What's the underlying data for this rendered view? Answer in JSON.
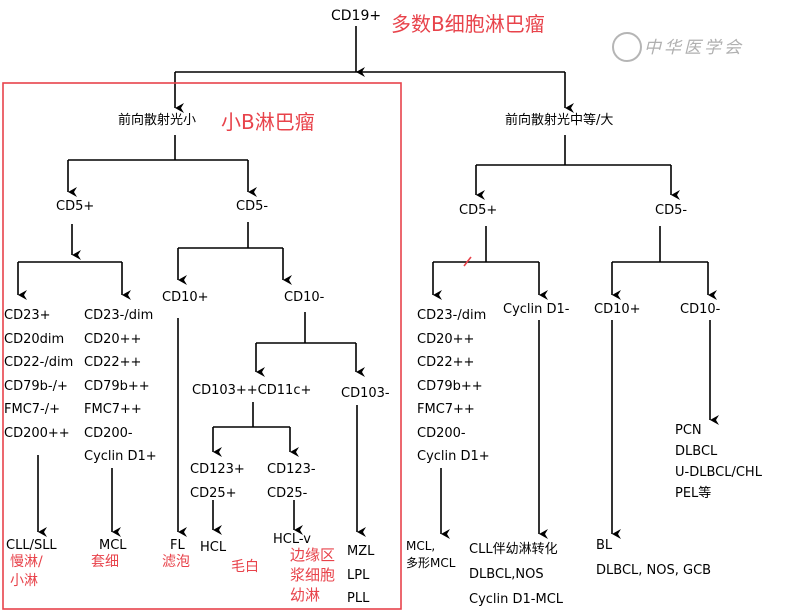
{
  "root": {
    "marker": "CD19+",
    "label": "多数B细胞淋巴瘤"
  },
  "watermark": "中华医学会",
  "left": {
    "header": "前向散射光小",
    "header_label": "小B淋巴瘤",
    "cd5pos": "CD5+",
    "cd5neg": "CD5-",
    "col1_markers": [
      "CD23+",
      "CD20dim",
      "CD22-/dim",
      "CD79b-/+",
      "FMC7-/+",
      "CD200++"
    ],
    "col2_markers": [
      "CD23-/dim",
      "CD20++",
      "CD22++",
      "CD79b++",
      "FMC7++",
      "CD200-",
      "Cyclin D1+"
    ],
    "cd10pos": "CD10+",
    "cd10neg": "CD10-",
    "cd103cd11c": "CD103++CD11c+",
    "cd103neg": "CD103-",
    "col3_markers": [
      "CD123+",
      "CD25+"
    ],
    "col4_markers": [
      "CD123-",
      "CD25-"
    ],
    "result_cll": "CLL/SLL",
    "result_cll_cn": [
      "慢淋/",
      "小淋"
    ],
    "result_mcl": "MCL",
    "result_mcl_cn": "套细",
    "result_fl": "FL",
    "result_fl_cn": "滤泡",
    "result_hcl": "HCL",
    "result_hcl_cn": "毛白",
    "result_hclv": "HCL-v",
    "result_mzl_cn": [
      "边缘区",
      "浆细胞",
      "幼淋"
    ],
    "result_mzl_list": [
      "MZL",
      "LPL",
      "PLL"
    ]
  },
  "right": {
    "header": "前向散射光中等/大",
    "cd5pos": "CD5+",
    "cd5neg": "CD5-",
    "col1_markers": [
      "CD23-/dim",
      "CD20++",
      "CD22++",
      "CD79b++",
      "FMC7++",
      "CD200-",
      "Cyclin D1+"
    ],
    "cyclin_neg": "Cyclin D1-",
    "cd10pos": "CD10+",
    "cd10neg": "CD10-",
    "cd10neg_results": [
      "PCN",
      "DLBCL",
      "U-DLBCL/CHL",
      "PEL等"
    ],
    "result_mcl": [
      "MCL,",
      "多形MCL"
    ],
    "result_cll_list": [
      "CLL伴幼淋转化",
      "DLBCL,NOS",
      "Cyclin D1-MCL"
    ],
    "result_bl": "BL",
    "result_dlbcl": "DLBCL, NOS, GCB"
  }
}
